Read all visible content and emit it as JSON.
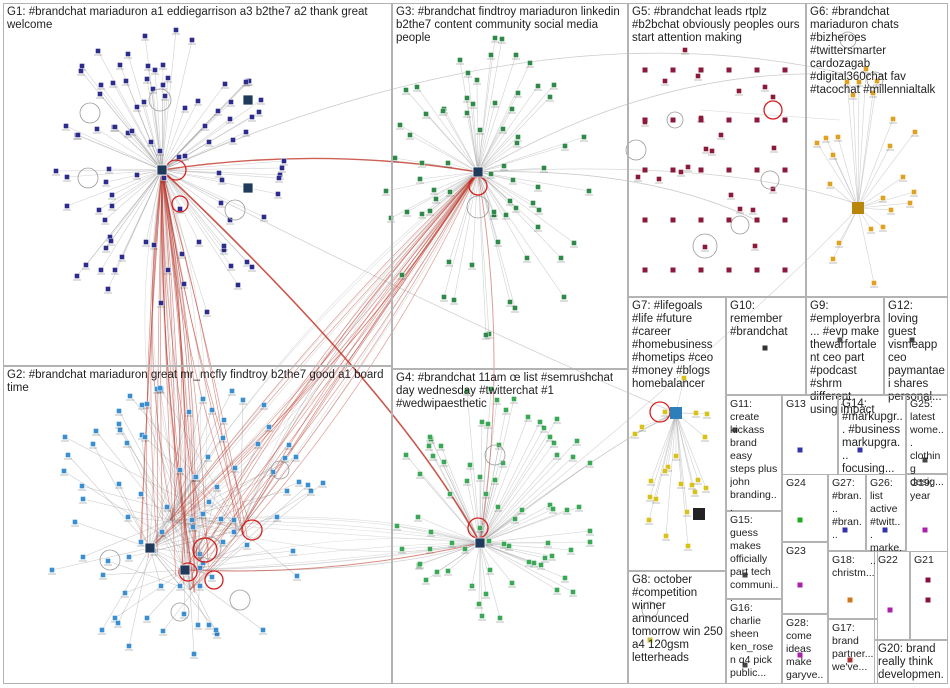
{
  "graph": {
    "colors": {
      "border": "#b3b3b3",
      "edge_gray": "#9a9a9a",
      "edge_red": "#c0392b",
      "loop_red": "#d62020"
    },
    "groups": [
      {
        "id": "G1",
        "label": "G1: #brandchat mariaduron a1 eddiegarrison a3 b2the7 a2 thank great welcome",
        "node_color": "#2c2c8c"
      },
      {
        "id": "G2",
        "label": "G2: #brandchat mariaduron great mr_mcfly findtroy b2the7 good a1 board time",
        "node_color": "#3b8fd1"
      },
      {
        "id": "G3",
        "label": "G3: #brandchat findtroy mariaduron linkedin b2the7 content community social media people",
        "node_color": "#2f8a4a"
      },
      {
        "id": "G4",
        "label": "G4: #brandchat 11am œ list #semrushchat day wednesday #twitterchat #1 #wedwipaesthetic",
        "node_color": "#3aa856"
      },
      {
        "id": "G5",
        "label": "G5: #brandchat leads rtplz #b2bchat obviously peoples ours start attention making",
        "node_color": "#8b1a3a"
      },
      {
        "id": "G6",
        "label": "G6: #brandchat mariaduron chats #bizheroes #twittersmarter cardozagab #digital360chat fav #tacochat #millennialtalk",
        "node_color": "#e0a020"
      },
      {
        "id": "G7",
        "label": "G7: #lifegoals #life #future #career #homebusiness #hometips #ceo #money #blogs homebalancer",
        "node_color": "#d8c21a"
      },
      {
        "id": "G8",
        "label": "G8: october #competition winner announced tomorrow win 250 a4 120gsm letterheads",
        "node_color": "#c8c040"
      },
      {
        "id": "G9",
        "label": "G9: #employerbra... #evp make thewarfortalent ceo part #podcast #shrm different using impact",
        "node_color": "#555555"
      },
      {
        "id": "G10",
        "label": "G10: remember #brandchat",
        "node_color": "#333333"
      },
      {
        "id": "G11",
        "label": "G11: create kickass brand easy steps plus john branding...",
        "node_color": "#444444"
      },
      {
        "id": "G12",
        "label": "G12: loving guest vismeapp ceo paymantaei shares personal...",
        "node_color": "#444444"
      },
      {
        "id": "G13",
        "label": "G13",
        "node_color": "#3333aa"
      },
      {
        "id": "G14",
        "label": "G14: #markupgr... #business markupgra... focusing...",
        "node_color": "#3333aa"
      },
      {
        "id": "G15",
        "label": "G15: guess makes officially part tech communi...",
        "node_color": "#444444"
      },
      {
        "id": "G16",
        "label": "G16: charlie sheen ken_rosen q4 pick public...",
        "node_color": "#444444"
      },
      {
        "id": "G17",
        "label": "G17: brand partner... we've...",
        "node_color": "#aa3333"
      },
      {
        "id": "G18",
        "label": "G18: christm...",
        "node_color": "#cc7722"
      },
      {
        "id": "G19",
        "label": "G19: year",
        "node_color": "#aa22aa"
      },
      {
        "id": "G20",
        "label": "G20: brand really think developmen...",
        "node_color": "#444444"
      },
      {
        "id": "G21",
        "label": "G21",
        "node_color": "#881144"
      },
      {
        "id": "G22",
        "label": "G22",
        "node_color": "#aa22aa"
      },
      {
        "id": "G23",
        "label": "G23",
        "node_color": "#aa22aa"
      },
      {
        "id": "G24",
        "label": "G24",
        "node_color": "#22aa22"
      },
      {
        "id": "G25",
        "label": "G25: latest wome... clothing desig...",
        "node_color": "#444444"
      },
      {
        "id": "G26",
        "label": "G26: list active #twitt... marke...",
        "node_color": "#3333aa"
      },
      {
        "id": "G27",
        "label": "G27: #bran... #bran...",
        "node_color": "#3333aa"
      },
      {
        "id": "G28",
        "label": "G28: come ideas make garyve...",
        "node_color": "#aa22aa"
      }
    ]
  }
}
